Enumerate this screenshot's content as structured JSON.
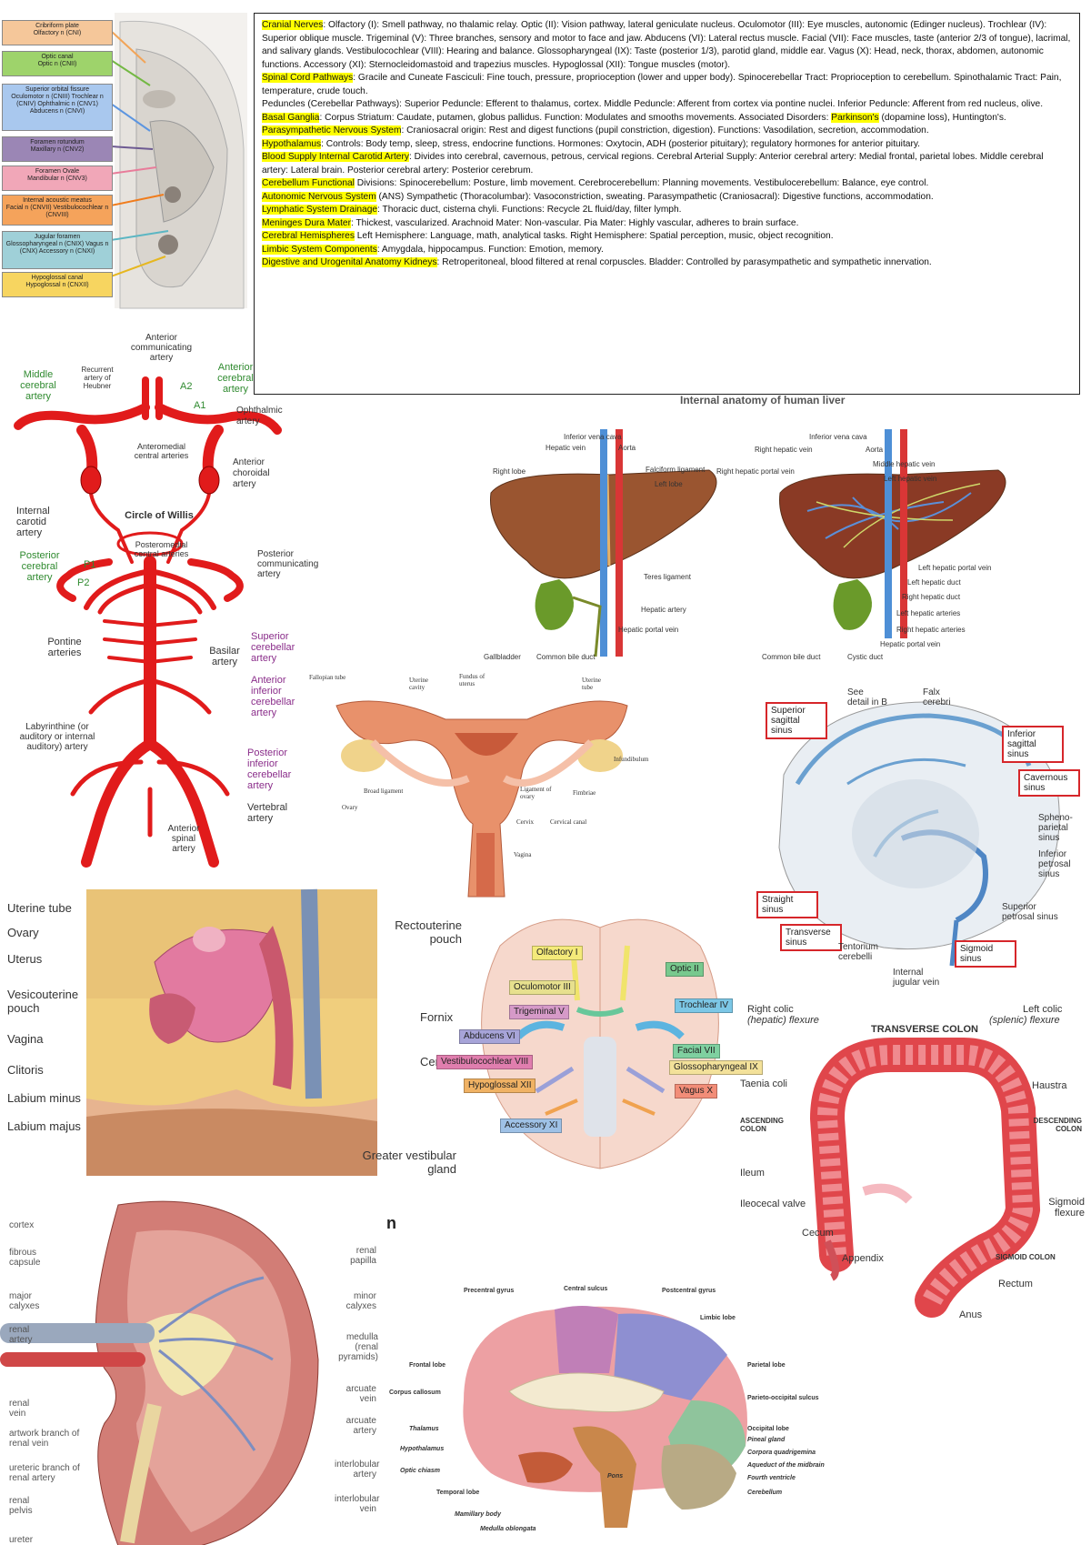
{
  "notes": [
    {
      "h": "Cranial Nerves",
      "t": ": Olfactory (I): Smell pathway, no thalamic relay. Optic (II): Vision pathway, lateral geniculate nucleus. Oculomotor (III): Eye muscles, autonomic (Edinger nucleus). Trochlear (IV): Superior oblique muscle. Trigeminal (V): Three branches, sensory and motor to face and jaw. Abducens (VI): Lateral rectus muscle. Facial (VII): Face muscles, taste (anterior 2/3 of tongue), lacrimal, and salivary glands. Vestibulocochlear (VIII): Hearing and balance. Glossopharyngeal (IX): Taste (posterior 1/3), parotid gland, middle ear. Vagus (X): Head, neck, thorax, abdomen, autonomic functions. Accessory (XI): Sternocleidomastoid and trapezius muscles. Hypoglossal (XII): Tongue muscles (motor)."
    },
    {
      "h": "Spinal Cord Pathways",
      "t": ": Gracile and Cuneate Fasciculi: Fine touch, pressure, proprioception (lower and upper body). Spinocerebellar Tract: Proprioception to cerebellum. Spinothalamic Tract: Pain, temperature, crude touch."
    },
    {
      "h": "",
      "t": "Peduncles (Cerebellar Pathways): Superior Peduncle: Efferent to thalamus, cortex. Middle Peduncle: Afferent from cortex via pontine nuclei. Inferior Peduncle: Afferent from red nucleus, olive."
    },
    {
      "h": "Basal Ganglia",
      "t": ": Corpus Striatum: Caudate, putamen, globus pallidus. Function: Modulates and smooths movements. Associated Disorders: ",
      "h2": "Parkinson's",
      "t2": " (dopamine loss), Huntington's."
    },
    {
      "h": "Parasympathetic Nervous System",
      "t": ": Craniosacral origin: Rest and digest functions (pupil constriction, digestion). Functions: Vasodilation, secretion, accommodation."
    },
    {
      "h": "Hypothalamus",
      "t": ": Controls: Body temp, sleep, stress, endocrine functions. Hormones: Oxytocin, ADH (posterior pituitary); regulatory hormones for anterior pituitary."
    },
    {
      "h": "Blood Supply Internal Carotid Artery",
      "t": ": Divides into cerebral, cavernous, petrous, cervical regions. Cerebral Arterial Supply: Anterior cerebral artery: Medial frontal, parietal lobes. Middle cerebral artery: Lateral brain. Posterior cerebral artery: Posterior cerebrum."
    },
    {
      "h": "Cerebellum Functional",
      "t": " Divisions: Spinocerebellum: Posture, limb movement. Cerebrocerebellum: Planning movements. Vestibulocerebellum: Balance, eye control."
    },
    {
      "h": "Autonomic Nervous System",
      "t": " (ANS) Sympathetic (Thoracolumbar): Vasoconstriction, sweating. Parasympathetic (Craniosacral): Digestive functions, accommodation."
    },
    {
      "h": "Lymphatic System Drainage",
      "t": ": Thoracic duct, cisterna chyli. Functions: Recycle 2L fluid/day, filter lymph."
    },
    {
      "h": "Meninges Dura Mater",
      "t": ": Thickest, vascularized. Arachnoid Mater: Non-vascular. Pia Mater: Highly vascular, adheres to brain surface."
    },
    {
      "h": "Cerebral Hemispheres",
      "t": " Left Hemisphere: Language, math, analytical tasks. Right Hemisphere: Spatial perception, music, object recognition."
    },
    {
      "h": "Limbic System Components",
      "t": ": Amygdala, hippocampus. Function: Emotion, memory."
    },
    {
      "h": "Digestive and Urogenital Anatomy Kidneys",
      "t": ": Retroperitoneal, blood filtered at renal corpuscles. Bladder: Controlled by parasympathetic and sympathetic innervation."
    }
  ],
  "skull": {
    "tags": [
      {
        "l1": "Cribriform plate",
        "l2": "Olfactory n (CNI)",
        "c": "#f5c79a"
      },
      {
        "l1": "Optic canal",
        "l2": "Optic n (CNII)",
        "c": "#9ed36b"
      },
      {
        "l1": "Superior orbital fissure",
        "l2": "Oculomotor n (CNIII) Trochlear n (CNIV) Ophthalmic n (CNV1) Abducens n (CNVI)",
        "c": "#a9c8ee"
      },
      {
        "l1": "Foramen rotundum",
        "l2": "Maxillary n (CNV2)",
        "c": "#9b86b5"
      },
      {
        "l1": "Foramen Ovale",
        "l2": "Mandibular n (CNV3)",
        "c": "#f1a7b8"
      },
      {
        "l1": "Internal acoustic meatus",
        "l2": "Facial n (CNVII) Vestibulocochlear n (CNVIII)",
        "c": "#f5a35b"
      },
      {
        "l1": "Jugular foramen",
        "l2": "Glossopharyngeal n (CNIX) Vagus n (CNX) Accessory n (CNXI)",
        "c": "#9fd0d8"
      },
      {
        "l1": "Hypoglossal canal",
        "l2": "Hypoglossal n (CNXII)",
        "c": "#f7d560"
      }
    ]
  },
  "willis": {
    "center": "Circle of Willis",
    "labels": {
      "acomm": "Anterior communicating artery",
      "recurrent": "Recurrent artery of Heubner",
      "aca": "Anterior cerebral artery",
      "a2": "A2",
      "a1": "A1",
      "mca": "Middle cerebral artery",
      "ophth": "Ophthalmic artery",
      "anteromedial": "Anteromedial central arteries",
      "antchoroidal": "Anterior choroidal artery",
      "ica": "Internal carotid artery",
      "posteromedial": "Posteromedial central arteries",
      "pcomm": "Posterior communicating artery",
      "pca": "Posterior cerebral artery",
      "p1": "P1",
      "p2": "P2",
      "sca": "Superior cerebellar artery",
      "pontine": "Pontine arteries",
      "basilar": "Basilar artery",
      "aica": "Anterior inferior cerebellar artery",
      "labyrinthine": "Labyrinthine (or auditory or internal auditory) artery",
      "pica": "Posterior inferior cerebellar artery",
      "vertebral": "Vertebral artery",
      "antspinal": "Anterior spinal artery"
    }
  },
  "liver": {
    "title": "Internal anatomy of human liver",
    "left": [
      "Inferior vena cava",
      "Hepatic vein",
      "Aorta",
      "Right lobe",
      "Falciform ligament",
      "Left lobe",
      "Teres ligament",
      "Hepatic artery",
      "Hepatic portal vein",
      "Gallbladder",
      "Common bile duct"
    ],
    "right": [
      "Inferior vena cava",
      "Right hepatic vein",
      "Aorta",
      "Middle hepatic vein",
      "Right hepatic portal vein",
      "Left hepatic vein",
      "Left hepatic portal vein",
      "Left hepatic duct",
      "Right hepatic duct",
      "Left hepatic arteries",
      "Right hepatic arteries",
      "Hepatic portal vein",
      "Common bile duct",
      "Cystic duct"
    ]
  },
  "uterus": {
    "labels": [
      "Fallopian tube",
      "Uterine cavity",
      "Fundus of uterus",
      "Uterine tube",
      "Infundibulum",
      "Broad ligament",
      "Ligament of ovary",
      "Fimbriae",
      "Ovary",
      "Cervix",
      "Cervical canal",
      "Vagina"
    ]
  },
  "sinus": {
    "labels": [
      "Superior sagittal sinus",
      "See detail in B",
      "Falx cerebri",
      "Inferior sagittal sinus",
      "Cavernous sinus",
      "Spheno-parietal sinus",
      "Inferior petrosal sinus",
      "Straight sinus",
      "Transverse sinus",
      "Tentorium cerebelli",
      "Sigmoid sinus",
      "Superior petrosal sinus",
      "Internal jugular vein"
    ]
  },
  "pelvis": {
    "labels": [
      "Uterine tube",
      "Ovary",
      "Uterus",
      "Vesicouterine pouch",
      "Vagina",
      "Clitoris",
      "Labium minus",
      "Labium majus",
      "Rectouterine pouch",
      "Fornix",
      "Cervix",
      "Greater vestibular gland"
    ]
  },
  "nerves": {
    "labels": [
      "Olfactory I",
      "Optic II",
      "Oculomotor III",
      "Trochlear IV",
      "Trigeminal V",
      "Abducens VI",
      "Facial VII",
      "Vestibulocochlear VIII",
      "Glossopharyngeal IX",
      "Hypoglossal XII",
      "Vagus X",
      "Accessory XI"
    ]
  },
  "colon": {
    "labels": [
      "Right colic",
      "(hepatic) flexure",
      "TRANSVERSE COLON",
      "Left colic",
      "(splenic) flexure",
      "Taenia coli",
      "Haustra",
      "ASCENDING COLON",
      "DESCENDING COLON",
      "Ileum",
      "Ileocecal valve",
      "Sigmoid flexure",
      "Cecum",
      "Appendix",
      "SIGMOID COLON",
      "Rectum",
      "Anus"
    ]
  },
  "kidney": {
    "labels": [
      "cortex",
      "fibrous capsule",
      "major calyxes",
      "renal artery",
      "renal vein",
      "artwork branch of renal vein",
      "ureteric branch of renal artery",
      "renal pelvis",
      "ureter",
      "renal papilla",
      "minor calyxes",
      "medulla (renal pyramids)",
      "arcuate vein",
      "arcuate artery",
      "interlobular artery",
      "interlobular vein"
    ],
    "stray": "n"
  },
  "brain": {
    "labels": [
      "Precentral gyrus",
      "Central sulcus",
      "Postcentral gyrus",
      "Limbic lobe",
      "Frontal lobe",
      "Parietal lobe",
      "Corpus callosum",
      "Parieto-occipital sulcus",
      "Thalamus",
      "Occipital lobe",
      "Pineal gland",
      "Hypothalamus",
      "Corpora quadrigemina",
      "Aqueduct of the midbrain",
      "Optic chiasm",
      "Fourth ventricle",
      "Temporal lobe",
      "Pons",
      "Cerebellum",
      "Mamillary body",
      "Medulla oblongata"
    ]
  }
}
